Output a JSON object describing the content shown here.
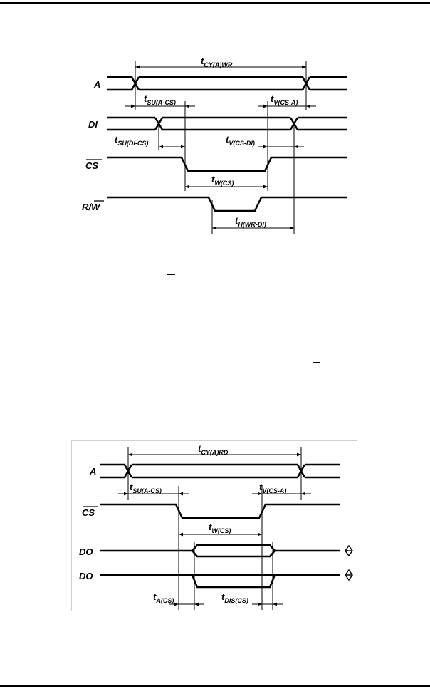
{
  "write_cycle": {
    "signals": {
      "a": "A",
      "di": "DI",
      "cs": "CS",
      "rw_r": "R/",
      "rw_w": "W"
    },
    "params": {
      "cycle": {
        "base": "t",
        "sub": "CY(A)WR"
      },
      "su_acs": {
        "base": "t",
        "sub": "SU(A-CS)"
      },
      "v_csa": {
        "base": "t",
        "sub": "V(CS-A)"
      },
      "su_dics": {
        "base": "t",
        "sub": "SU(DI-CS)"
      },
      "v_csdi": {
        "base": "t",
        "sub": "V(CS-DI)"
      },
      "w_cs": {
        "base": "t",
        "sub": "W(CS)"
      },
      "h_wrdi": {
        "base": "t",
        "sub": "H(WR-DI)"
      }
    }
  },
  "read_cycle": {
    "signals": {
      "a": "A",
      "cs": "CS",
      "do1": "DO",
      "do2": "DO"
    },
    "params": {
      "cycle": {
        "base": "t",
        "sub": "CY(A)RD"
      },
      "su_acs": {
        "base": "t",
        "sub": "SU(A-CS)"
      },
      "v_csa": {
        "base": "t",
        "sub": "V(CS-A)"
      },
      "w_cs": {
        "base": "t",
        "sub": "W(CS)"
      },
      "a_cs": {
        "base": "t",
        "sub": "A(CS)"
      },
      "dis_cs": {
        "base": "t",
        "sub": "DIS(CS)"
      }
    }
  },
  "colors": {
    "line": "#000000",
    "figure_bg": "#ffffff",
    "frame": "#d0d0d0"
  }
}
